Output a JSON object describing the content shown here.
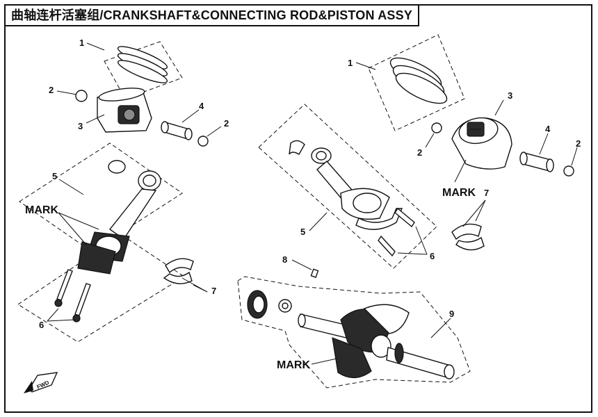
{
  "title": "曲轴连杆活塞组/CRANKSHAFT&CONNECTING ROD&PISTON ASSY",
  "callouts": {
    "left_1": "1",
    "left_2a": "2",
    "left_2b": "2",
    "left_3": "3",
    "left_4": "4",
    "left_5": "5",
    "left_6": "6",
    "left_7": "7",
    "right_1": "1",
    "right_2a": "2",
    "right_2b": "2",
    "right_3": "3",
    "right_4": "4",
    "right_5": "5",
    "right_6": "6",
    "right_7": "7",
    "crank_8": "8",
    "crank_9": "9"
  },
  "marks": {
    "left_rod": "MARK",
    "right_piston": "MARK",
    "crank": "MARK"
  },
  "fwd_label": "FWD"
}
